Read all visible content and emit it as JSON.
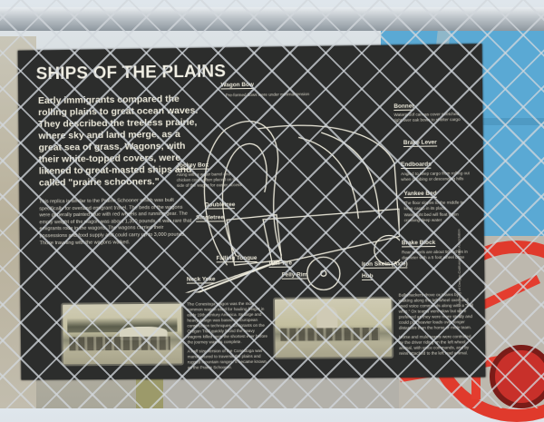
{
  "scene": {
    "description": "Interpretive sign mounted on a chain-link fence, with a blue and red wagon behind it",
    "colors": {
      "sign_background": "#2c2d2c",
      "sign_text": "#ece9da",
      "wagon_blue": "#5aa9d4",
      "wheel_red": "#e03a2c",
      "fence_gray": "#c8cdd2"
    }
  },
  "sign": {
    "title": "SHIPS OF THE PLAINS",
    "intro": "Early immigrants compared the rolling plains to great ocean waves. They described the treeless prairie, where sky and land merge, as a great sea of grass. Wagons, with their white-topped covers, were likened to great-masted ships and called \"prairie schooners.\"",
    "replica_text": "This replica is similar to the Prairie Schooner which was built specifically for overland emigrant travel. The beds of the wagons were generally painted blue with red wheels and running gear. The empty weight of the wagon was about 1,300 pounds. It was rare that emigrants rode in the wagons. The wagons carried their possessions and food supply and could carry up to 3,000 pounds. Those traveling with the wagons walked.",
    "diagram_labels": {
      "wagon_bow": {
        "label": "Wagon Bow",
        "desc": "Pre-formed bows were under minimal tension"
      },
      "bonnet": {
        "label": "Bonnet",
        "desc": "Waterproof canvas cover stretched tight over oak bows to shelter cargo"
      },
      "brake_lever": {
        "label": "Brake Lever"
      },
      "endboards": {
        "label": "Endboards",
        "desc": "Angled to keep cargo from rolling out when climbing or descending hills"
      },
      "yankee_bed": {
        "label": "Yankee Bed",
        "desc": "The floor slopes to the middle to keep cargo in its place",
        "desc2": "Watertight bed will float when crossing deep water"
      },
      "brake_block": {
        "label": "Brake Block",
        "desc": "Rear wheels are about 50 inches in diameter with a 5 foot wheel base"
      },
      "jockey_box": {
        "label": "Jockey Box",
        "desc": "Along with a water barrel and chicken coop, often placed on the side of the wagon for easier access"
      },
      "doubletree": {
        "label": "Doubletree"
      },
      "singletree": {
        "label": "Singletree"
      },
      "falling_tongue": {
        "label": "Falling Tongue"
      },
      "neck_yoke": {
        "label": "Neck Yoke"
      },
      "iron_tire": {
        "label": "Iron Tire"
      },
      "felly_rim": {
        "label": "Felly Rim"
      },
      "iron_skein": {
        "label": "Iron Skein (Axle)"
      },
      "hub": {
        "label": "Hub"
      }
    },
    "panel_conestoga": {
      "text1": "The Conestoga wagon was the most common wagon used for hauling freight in early 19th century America. Its large and heavy design was based on European construction techniques. Emigrants on the Oregon Trail quickly found the heavy wagons killed oxen the shortest ever before the journey was it's complete.",
      "text2": "A half size version of the Conestoga was manufactured to traverse the plains and rugged mountain ranges. It became known as the Prairie Schooner."
    },
    "panel_oxen": {
      "text1": "Bullwhackers drove ox teams by walking along the left wheel oxen and used voice commands along with a \"bull whip.\" Ox teams were slow but were preferred as they were more sturdy and could pull heavier loads over longer distances than the horse or mule team.",
      "text2": "Horse and mule teams were controlled by the driver riding on the left wheel animal, with voice commands, and by reins attached to the left lead animal."
    },
    "credit": "Image Courtesy of Oregon-California Trails Association"
  }
}
